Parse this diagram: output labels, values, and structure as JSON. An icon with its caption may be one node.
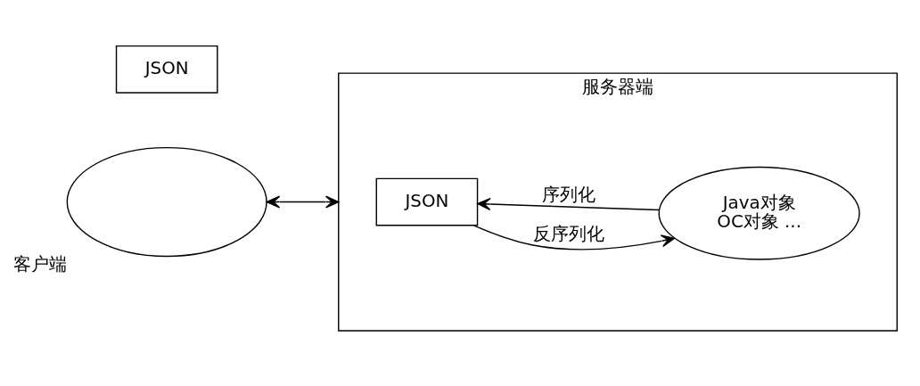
{
  "diagram": {
    "nodes": [
      {
        "text": [],
        "shape": "ellipse",
        "beside": [
          "客户端"
        ]
      },
      {
        "text": [
          "JSON"
        ]
      },
      {
        "text": [
          "服务器端"
        ]
      },
      {
        "text": [
          "JSON"
        ],
        "in": 2
      },
      {
        "text": [
          "Java对象",
          "OC对象 ..."
        ],
        "in": 2
      }
    ],
    "edges": [
      {
        "from": 0,
        "to": 2,
        "arrow": "both"
      },
      {
        "from": 3,
        "to": 4,
        "arrow": "to",
        "label": "反序列化"
      },
      {
        "from": 4,
        "to": 3,
        "arrow": "to",
        "label": "序列化"
      }
    ]
  }
}
